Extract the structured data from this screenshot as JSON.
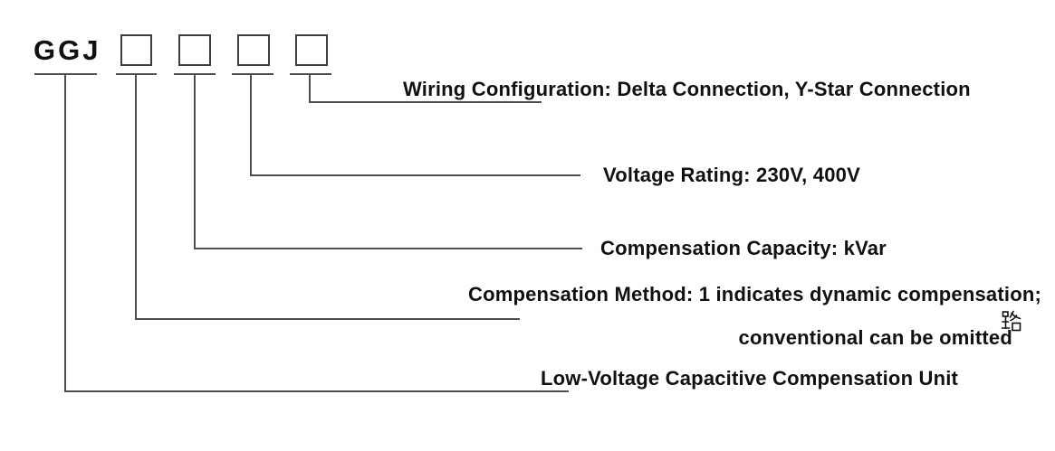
{
  "diagram": {
    "model_prefix": "GGJ",
    "placeholder_box_count": 4,
    "labels": [
      {
        "field": "wiring_configuration",
        "text": "Wiring Configuration: Delta Connection, Y-Star Connection"
      },
      {
        "field": "voltage_rating",
        "text": "Voltage Rating: 230V, 400V"
      },
      {
        "field": "compensation_capacity",
        "text": "Compensation Capacity: kVar"
      },
      {
        "field": "compensation_method",
        "line1": "Compensation Method: 1 indicates dynamic compensation;",
        "line2": "conventional can be omitted",
        "stray_character": "路"
      },
      {
        "field": "product_name",
        "text": "Low-Voltage Capacitive Compensation Unit"
      }
    ],
    "colors": {
      "background": "#ffffff",
      "text": "#111111",
      "line": "#4f4f4f",
      "box_border": "#3d3d3d"
    }
  }
}
